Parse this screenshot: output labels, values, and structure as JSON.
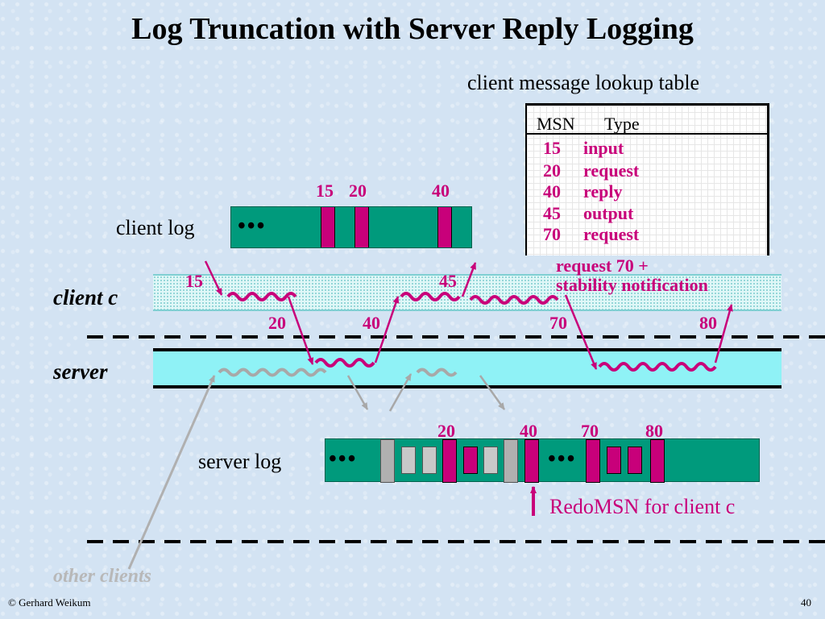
{
  "title": "Log Truncation with Server Reply Logging",
  "lookup_table": {
    "caption": "client message lookup table",
    "headers": [
      "MSN",
      "Type"
    ],
    "rows": [
      {
        "msn": "15",
        "type": "input"
      },
      {
        "msn": "20",
        "type": "request"
      },
      {
        "msn": "40",
        "type": "reply"
      },
      {
        "msn": "45",
        "type": "output"
      },
      {
        "msn": "70",
        "type": "request"
      }
    ]
  },
  "client_log": {
    "label": "client log",
    "ellipsis": "•••",
    "markers": [
      "15",
      "20",
      "40"
    ]
  },
  "lanes": {
    "client": "client c",
    "server": "server"
  },
  "client_lane_numbers": {
    "n15": "15",
    "n45": "45",
    "n20": "20",
    "n40": "40",
    "n70": "70",
    "n80": "80"
  },
  "stability_note": {
    "line1": "request 70 +",
    "line2": "stability notification"
  },
  "server_log": {
    "label": "server log",
    "ellipsis": "•••",
    "markers": [
      "20",
      "40",
      "70",
      "80"
    ]
  },
  "redo_label": "RedoMSN for client c",
  "other_clients": "other clients",
  "footer": {
    "copyright": "© Gerhard Weikum",
    "page": "40"
  },
  "colors": {
    "magenta": "#c8007a",
    "log_green": "#009a7c",
    "server_lane": "#8ff2f6",
    "gray": "#b0b0b0"
  }
}
